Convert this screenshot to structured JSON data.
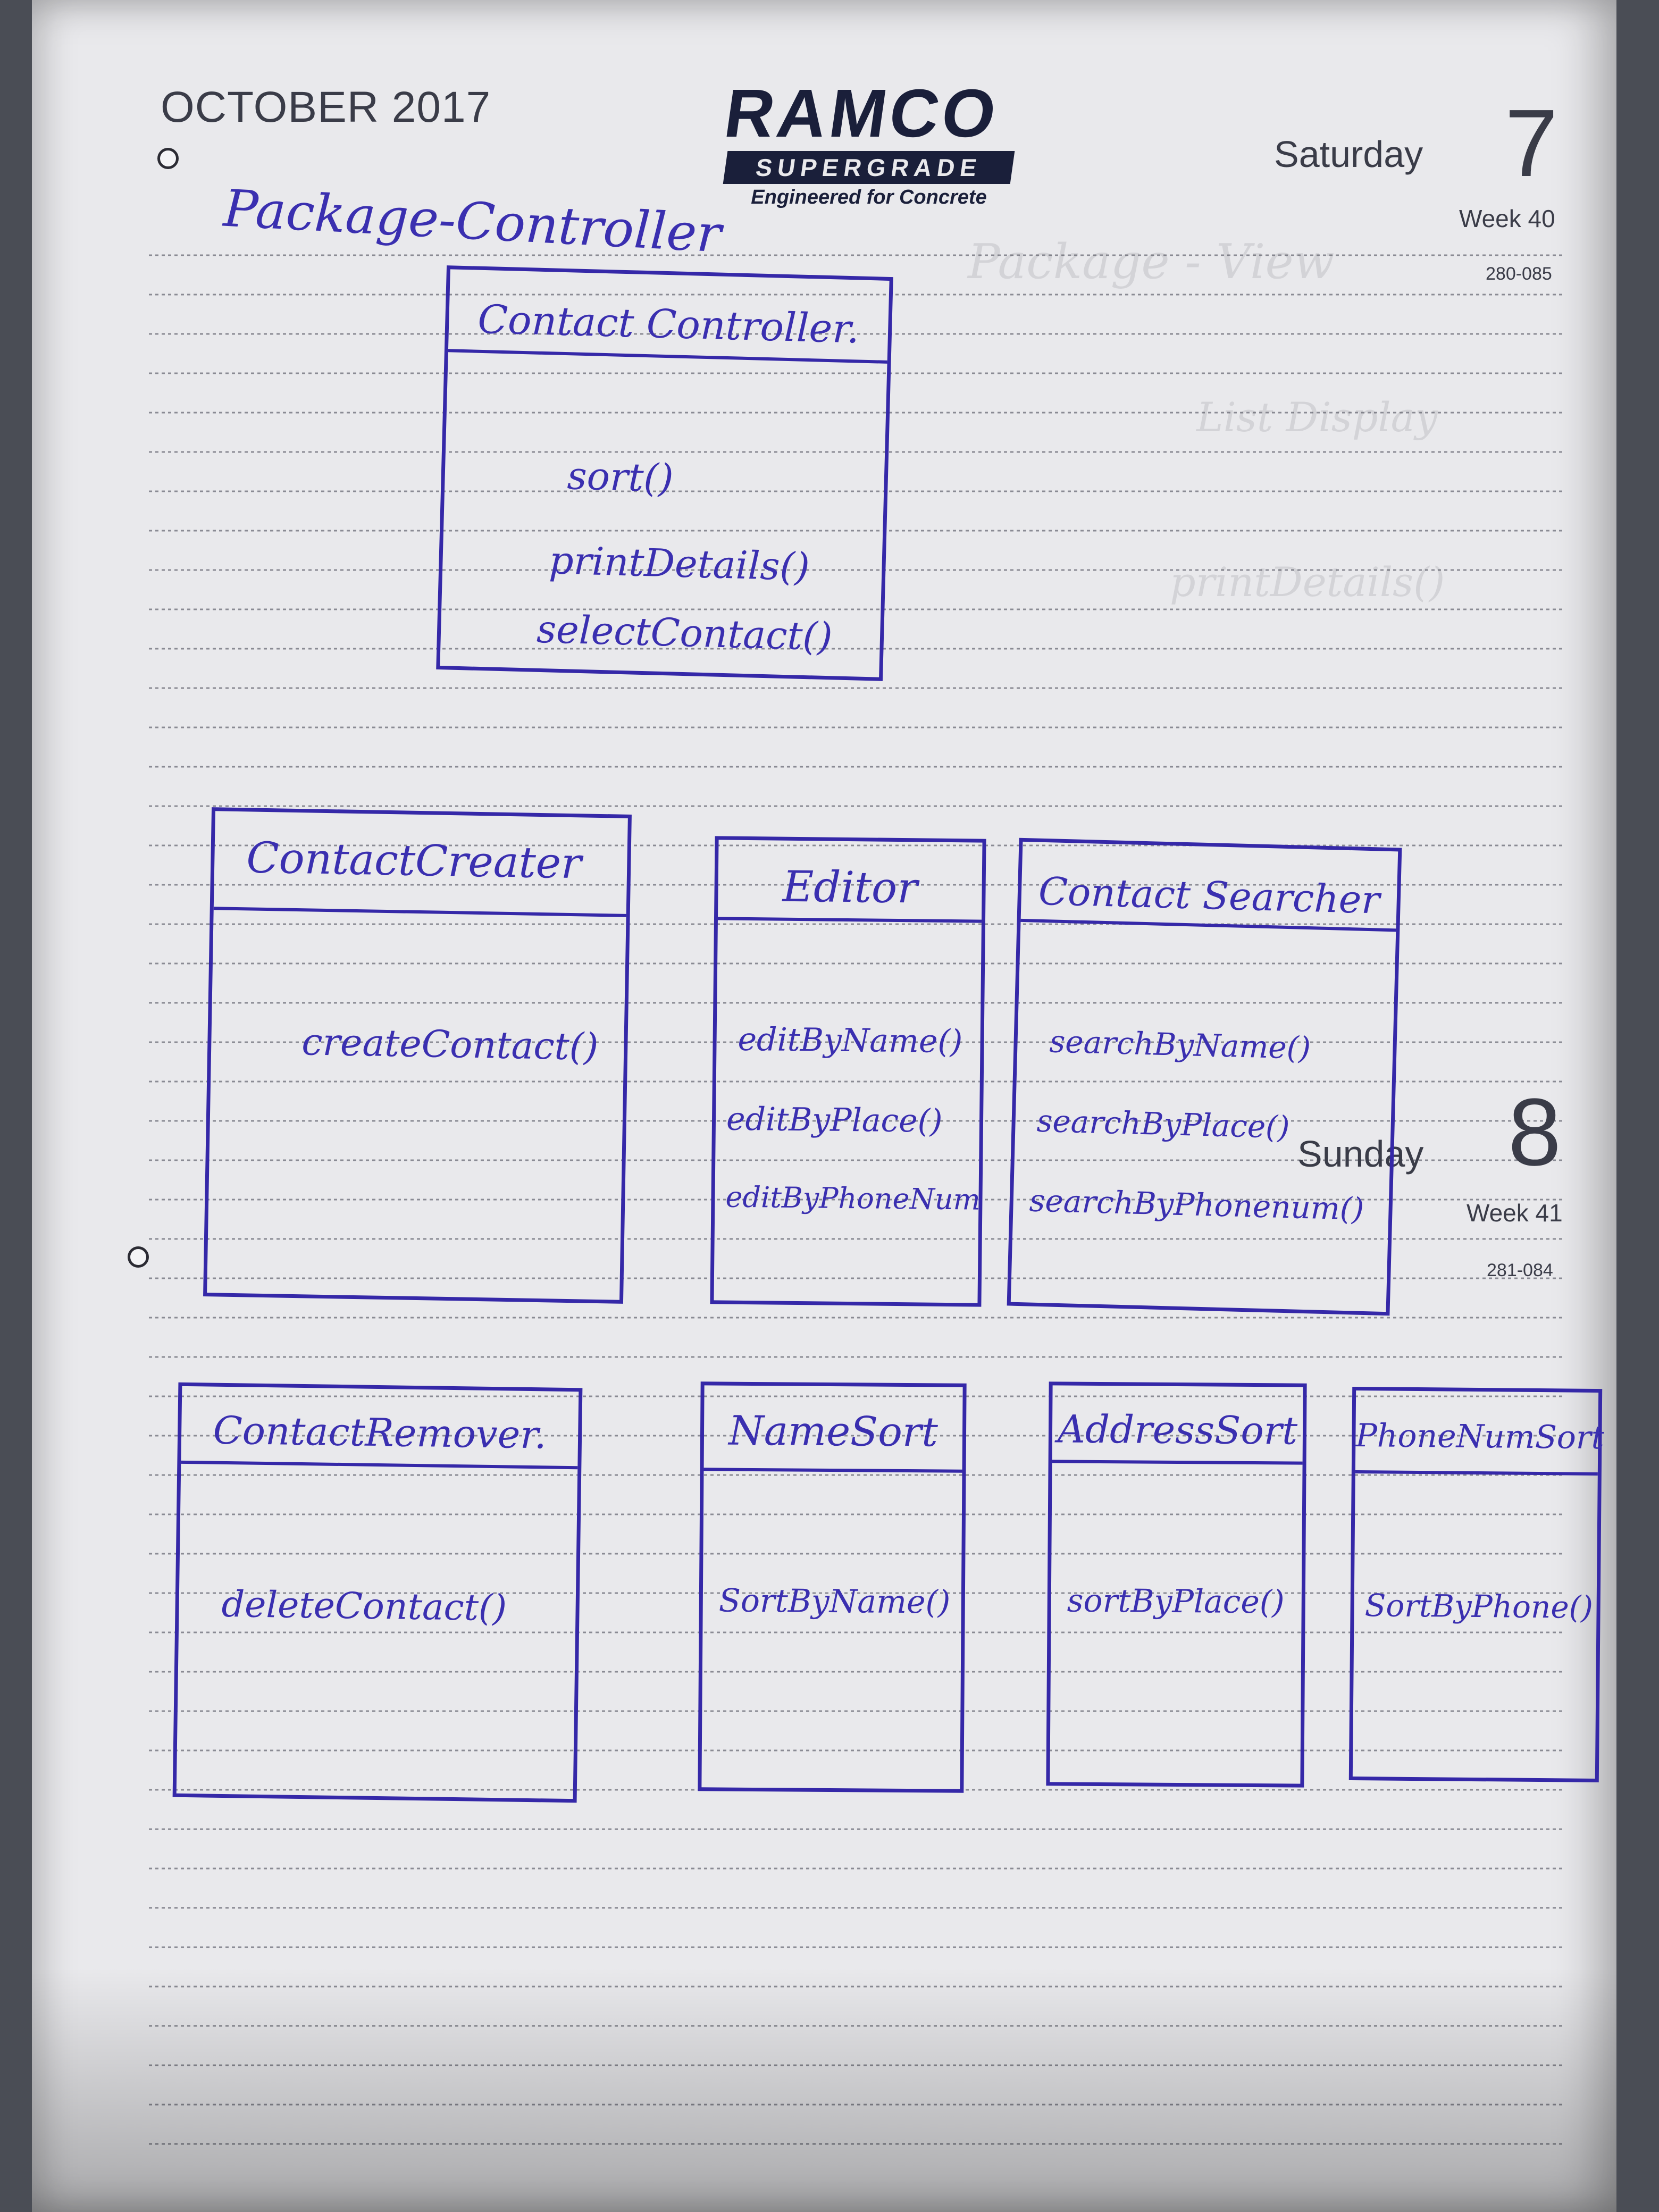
{
  "header": {
    "month": "OCTOBER 2017",
    "logo": {
      "brand": "RAMCO",
      "grade": "SUPERGRADE",
      "tagline": "Engineered for Concrete"
    },
    "day1": {
      "weekday": "Saturday",
      "date": "7",
      "week": "Week 40",
      "code": "280-085"
    },
    "day2": {
      "weekday": "Sunday",
      "date": "8",
      "week": "Week 41",
      "code": "281-084"
    }
  },
  "diagram": {
    "package_title": "Package-Controller",
    "classes": [
      {
        "name": "Contact Controller.",
        "methods": [
          "sort()",
          "printDetails()",
          "selectContact()"
        ]
      },
      {
        "name": "ContactCreater",
        "methods": [
          "createContact()"
        ]
      },
      {
        "name": "Editor",
        "methods": [
          "editByName()",
          "editByPlace()",
          "editByPhoneNum"
        ]
      },
      {
        "name": "Contact Searcher",
        "methods": [
          "searchByName()",
          "searchByPlace()",
          "searchByPhonenum()"
        ]
      },
      {
        "name": "ContactRemover.",
        "methods": [
          "deleteContact()"
        ]
      },
      {
        "name": "NameSort",
        "methods": [
          "SortByName()"
        ]
      },
      {
        "name": "AddressSort",
        "methods": [
          "sortByPlace()"
        ]
      },
      {
        "name": "PhoneNumSort",
        "methods": [
          "SortByPhone()"
        ]
      }
    ]
  },
  "colors": {
    "ink": "#3a2fb0",
    "paper": "#e9e9ec",
    "print": "#3a3c48"
  }
}
